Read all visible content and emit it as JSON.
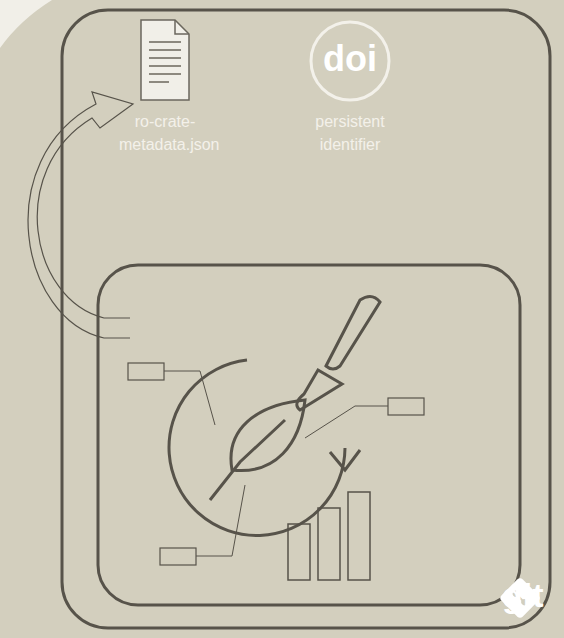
{
  "diagram": {
    "nodes": [
      {
        "text": [
          "ro-crate- metadata.json"
        ]
      },
      {
        "text": [
          "doi",
          "persistent identifier"
        ]
      }
    ],
    "labels": [
      "git"
    ]
  }
}
